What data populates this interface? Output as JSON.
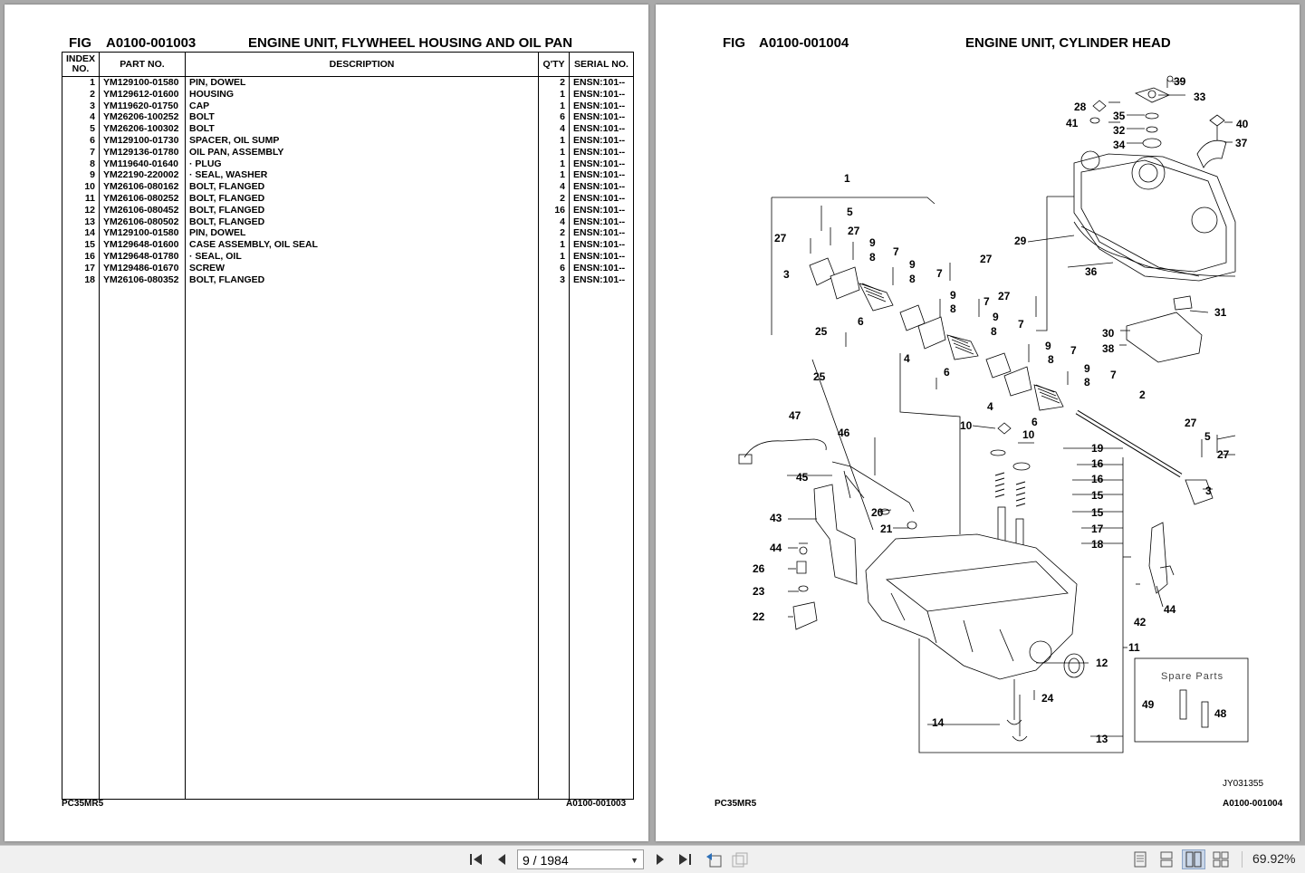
{
  "left_page": {
    "fig_label": "FIG",
    "fig_number": "A0100-001003",
    "title": "ENGINE UNIT, FLYWHEEL HOUSING AND OIL PAN",
    "columns": {
      "index": "INDEX NO.",
      "part": "PART NO.",
      "description": "DESCRIPTION",
      "qty": "Q'TY",
      "serial": "SERIAL NO."
    },
    "rows": [
      {
        "index": "1",
        "part": "YM129100-01580",
        "description": "PIN, DOWEL",
        "qty": "2",
        "serial": "ENSN:101--"
      },
      {
        "index": "2",
        "part": "YM129612-01600",
        "description": "HOUSING",
        "qty": "1",
        "serial": "ENSN:101--"
      },
      {
        "index": "3",
        "part": "YM119620-01750",
        "description": "CAP",
        "qty": "1",
        "serial": "ENSN:101--"
      },
      {
        "index": "4",
        "part": "YM26206-100252",
        "description": "BOLT",
        "qty": "6",
        "serial": "ENSN:101--"
      },
      {
        "index": "5",
        "part": "YM26206-100302",
        "description": "BOLT",
        "qty": "4",
        "serial": "ENSN:101--"
      },
      {
        "index": "6",
        "part": "YM129100-01730",
        "description": "SPACER, OIL SUMP",
        "qty": "1",
        "serial": "ENSN:101--"
      },
      {
        "index": "7",
        "part": "YM129136-01780",
        "description": "OIL PAN, ASSEMBLY",
        "qty": "1",
        "serial": "ENSN:101--"
      },
      {
        "index": "8",
        "part": "YM119640-01640",
        "description": "· PLUG",
        "qty": "1",
        "serial": "ENSN:101--"
      },
      {
        "index": "9",
        "part": "YM22190-220002",
        "description": "· SEAL, WASHER",
        "qty": "1",
        "serial": "ENSN:101--"
      },
      {
        "index": "10",
        "part": "YM26106-080162",
        "description": "BOLT, FLANGED",
        "qty": "4",
        "serial": "ENSN:101--"
      },
      {
        "index": "11",
        "part": "YM26106-080252",
        "description": "BOLT, FLANGED",
        "qty": "2",
        "serial": "ENSN:101--"
      },
      {
        "index": "12",
        "part": "YM26106-080452",
        "description": "BOLT, FLANGED",
        "qty": "16",
        "serial": "ENSN:101--"
      },
      {
        "index": "13",
        "part": "YM26106-080502",
        "description": "BOLT, FLANGED",
        "qty": "4",
        "serial": "ENSN:101--"
      },
      {
        "index": "14",
        "part": "YM129100-01580",
        "description": "PIN, DOWEL",
        "qty": "2",
        "serial": "ENSN:101--"
      },
      {
        "index": "15",
        "part": "YM129648-01600",
        "description": "CASE ASSEMBLY, OIL SEAL",
        "qty": "1",
        "serial": "ENSN:101--"
      },
      {
        "index": "16",
        "part": "YM129648-01780",
        "description": "· SEAL, OIL",
        "qty": "1",
        "serial": "ENSN:101--"
      },
      {
        "index": "17",
        "part": "YM129486-01670",
        "description": "SCREW",
        "qty": "6",
        "serial": "ENSN:101--"
      },
      {
        "index": "18",
        "part": "YM26106-080352",
        "description": "BOLT, FLANGED",
        "qty": "3",
        "serial": "ENSN:101--"
      }
    ],
    "footer_left": "PC35MR5",
    "footer_right": "A0100-001003"
  },
  "right_page": {
    "fig_label": "FIG",
    "fig_number": "A0100-001004",
    "title": "ENGINE UNIT, CYLINDER HEAD",
    "callouts": [
      "39",
      "33",
      "28",
      "41",
      "35",
      "32",
      "34",
      "40",
      "37",
      "1",
      "5",
      "27",
      "29",
      "36",
      "3",
      "9",
      "8",
      "7",
      "6",
      "25",
      "4",
      "30",
      "38",
      "31",
      "2",
      "10",
      "19",
      "16",
      "15",
      "17",
      "18",
      "47",
      "46",
      "45",
      "20",
      "21",
      "43",
      "44",
      "26",
      "23",
      "22",
      "42",
      "12",
      "11",
      "24",
      "14",
      "13",
      "49",
      "48"
    ],
    "spare_parts_label": "Spare Parts",
    "drawing_code": "JY031355",
    "footer_left": "PC35MR5",
    "footer_right": "A0100-001004"
  },
  "toolbar": {
    "page_value": "9 / 1984",
    "zoom": "69.92%",
    "icons": [
      "first-page-icon",
      "prev-page-icon",
      "next-page-icon",
      "last-page-icon",
      "previous-view-icon",
      "next-view-icon",
      "single-page-icon",
      "continuous-icon",
      "facing-icon",
      "continuous-facing-icon"
    ]
  }
}
